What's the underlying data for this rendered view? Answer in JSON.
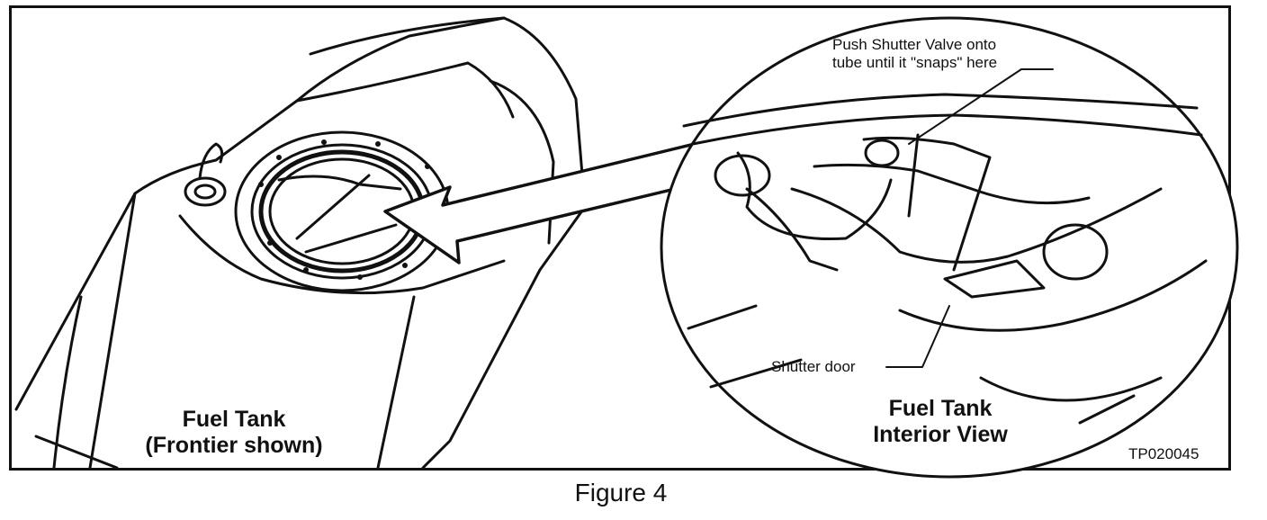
{
  "labels": {
    "push_line1": "Push Shutter Valve onto",
    "push_line2": "tube until it \"snaps\" here",
    "shutter_door": "Shutter door",
    "interior_line1": "Fuel Tank",
    "interior_line2": "Interior View",
    "tank_line1": "Fuel Tank",
    "tank_line2": "(Frontier shown)",
    "code": "TP020045"
  },
  "caption": "Figure 4"
}
